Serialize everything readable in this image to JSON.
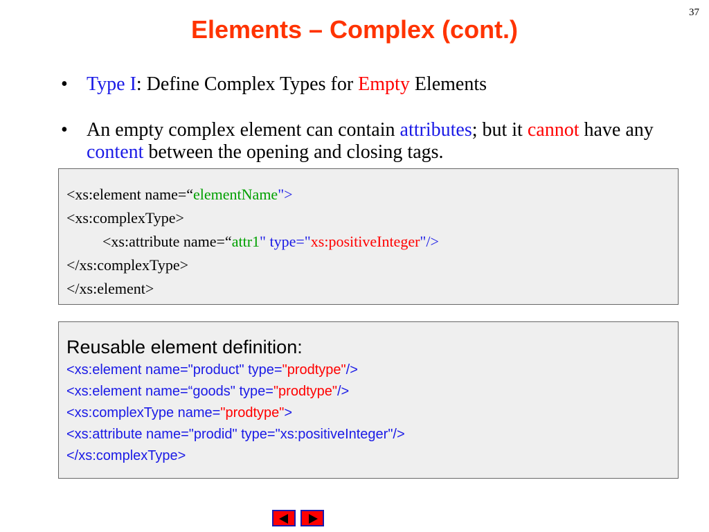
{
  "page_number": "37",
  "title": "Elements – Complex (cont.)",
  "bullets": [
    {
      "symbol": "•",
      "parts": [
        "Type I",
        ": Define Complex Types for ",
        "Empty",
        " Elements"
      ]
    },
    {
      "symbol": "•",
      "parts": [
        "An empty complex element can contain ",
        "attributes",
        "; but it ",
        "cannot",
        " have any ",
        "content",
        " between the opening and closing tags."
      ]
    }
  ],
  "code_box_1": {
    "line1": [
      "<xs:element name=“",
      "elementName",
      "\">"
    ],
    "line2": "<xs:complexType>",
    "line3": [
      "<xs:attribute name=“",
      "attr1",
      "\" type=\"",
      "xs:positiveInteger",
      "\"/>"
    ],
    "line4": "</xs:complexType>",
    "line5": "</xs:element>"
  },
  "code_box_2": {
    "heading": "Reusable element definition:",
    "line1": [
      "<xs:element name=\"product\" type=",
      "\"prodtype\"",
      "/>"
    ],
    "line2": [
      "<xs:element name=“goods\" type=",
      "\"prodtype\"",
      "/>"
    ],
    "line3": [
      "<xs:complexType name=",
      "\"prodtype\"",
      ">"
    ],
    "line4": "<xs:attribute name=\"prodid\" type=\"xs:positiveInteger\"/>",
    "line5": "</xs:complexType>"
  },
  "nav": {
    "prev_icon": "triangle-left-icon",
    "next_icon": "triangle-right-icon"
  },
  "colors": {
    "title": "#ff3300",
    "blue": "#1a1ae6",
    "red": "#ff0000",
    "green": "#00a000",
    "box_bg": "#efefef"
  }
}
